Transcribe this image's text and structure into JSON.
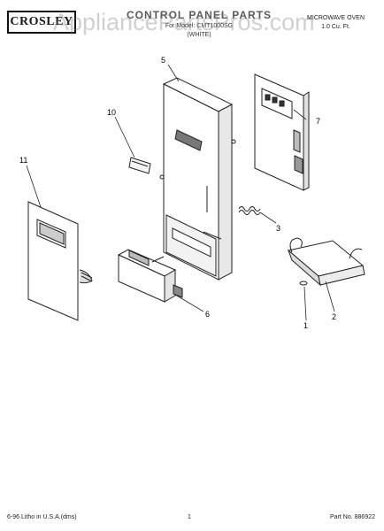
{
  "header": {
    "brand": "CROSLEY",
    "title": "CONTROL PANEL PARTS",
    "subtitle": "For Model: CMT1000SG",
    "variant": "(WHITE)",
    "product_line1": "MICROWAVE OVEN",
    "product_line2": "1.0 Cu. Ft.",
    "watermark": "AppliancePartsPros.com"
  },
  "callouts": [
    "1",
    "2",
    "3",
    "5",
    "6",
    "7",
    "10",
    "11"
  ],
  "footer": {
    "left": "6-96 Litho in U.S.A.(dms)",
    "page": "1",
    "part_no": "Part No. 886922"
  }
}
